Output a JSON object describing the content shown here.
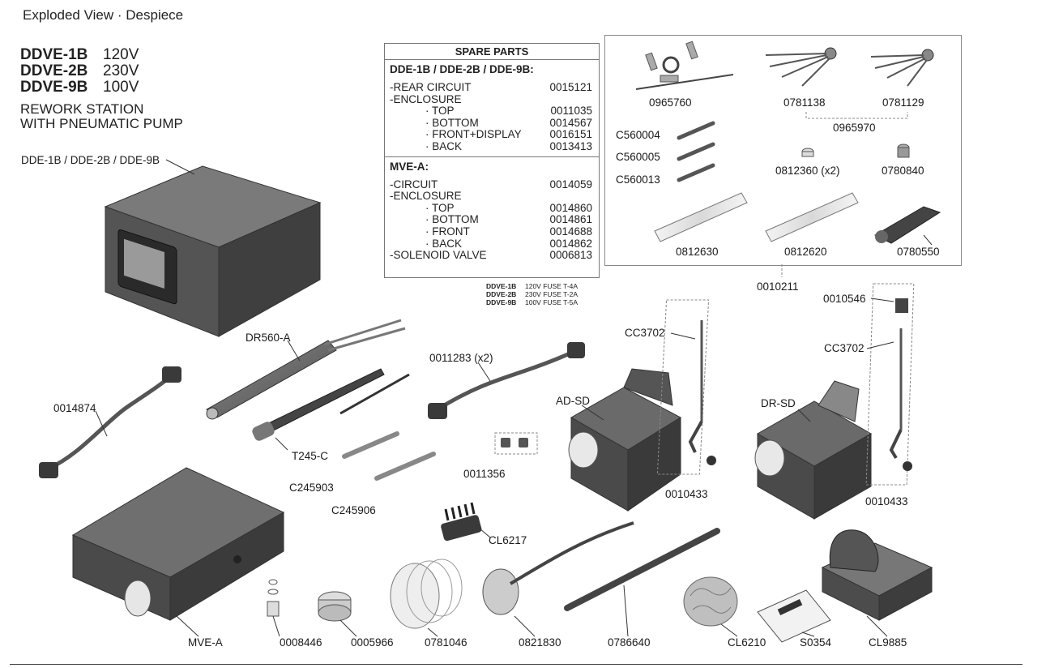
{
  "title": "Exploded View · Despiece",
  "models": [
    {
      "code": "DDVE-1B",
      "voltage": "120V"
    },
    {
      "code": "DDVE-2B",
      "voltage": "230V"
    },
    {
      "code": "DDVE-9B",
      "voltage": "100V"
    }
  ],
  "subtitle_line1": "REWORK STATION",
  "subtitle_line2": "WITH PNEUMATIC PUMP",
  "spare_parts": {
    "header": "SPARE PARTS",
    "group1_title": "DDE-1B / DDE-2B / DDE-9B:",
    "group1": [
      {
        "name": "-REAR CIRCUIT",
        "code": "0015121"
      },
      {
        "name": "-ENCLOSURE",
        "code": ""
      },
      {
        "name": "· TOP",
        "code": "0011035"
      },
      {
        "name": "· BOTTOM",
        "code": "0014567"
      },
      {
        "name": "· FRONT+DISPLAY",
        "code": "0016151"
      },
      {
        "name": "· BACK",
        "code": "0013413"
      }
    ],
    "group2_title": "MVE-A:",
    "group2": [
      {
        "name": "-CIRCUIT",
        "code": "0014059"
      },
      {
        "name": "-ENCLOSURE",
        "code": ""
      },
      {
        "name": "· TOP",
        "code": "0014860"
      },
      {
        "name": "· BOTTOM",
        "code": "0014861"
      },
      {
        "name": "· FRONT",
        "code": "0014688"
      },
      {
        "name": "· BACK",
        "code": "0014862"
      },
      {
        "name": "-SOLENOID VALVE",
        "code": "0006813"
      }
    ]
  },
  "fuses": [
    {
      "model": "DDVE-1B",
      "spec": "120V  FUSE  T-4A"
    },
    {
      "model": "DDVE-2B",
      "spec": "230V  FUSE  T-2A"
    },
    {
      "model": "DDVE-9B",
      "spec": "100V  FUSE  T-5A"
    }
  ],
  "labels": {
    "station": "DDE-1B / DDE-2B / DDE-9B",
    "cable_left": "0014874",
    "handpiece": "DR560-A",
    "handle": "T245-C",
    "tip1": "C245903",
    "tip2": "C245906",
    "cable_mid": "0011283 (x2)",
    "filters": "0011356",
    "brush": "CL6217",
    "pump": "MVE-A",
    "nozzle_small": "0008446",
    "tin": "0005966",
    "filter_pads": "0781046",
    "stand_plate": "0821830",
    "rod": "0786640",
    "wool": "CL6210",
    "card": "S0354",
    "cleaner": "CL9885",
    "kit_ref": "0010211",
    "k_0965760": "0965760",
    "k_0781138": "0781138",
    "k_0781129": "0781129",
    "k_0965970": "0965970",
    "k_C560004": "C560004",
    "k_C560005": "C560005",
    "k_C560013": "C560013",
    "k_0812360": "0812360 (x2)",
    "k_0780840": "0780840",
    "k_0812630": "0812630",
    "k_0812620": "0812620",
    "k_0780550": "0780550",
    "ad_sd": "AD-SD",
    "dr_sd": "DR-SD",
    "cc_left": "CC3702",
    "cc_right": "CC3702",
    "part_0010546": "0010546",
    "screw_left": "0010433",
    "screw_right": "0010433"
  }
}
